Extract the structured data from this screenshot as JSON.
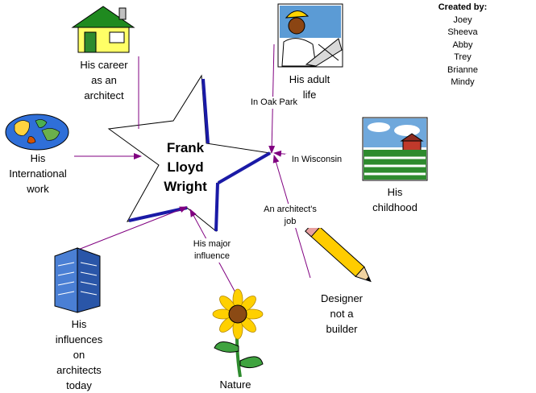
{
  "center": {
    "text": "Frank\nLloyd\nWright"
  },
  "credits": {
    "heading": "Created by:",
    "names": [
      "Joey",
      "Sheeva",
      "Abby",
      "Trey",
      "Brianne",
      "Mindy"
    ]
  },
  "nodes": {
    "career": {
      "label": "His career\nas an\narchitect",
      "icon": "house-icon"
    },
    "adult": {
      "label": "His adult\nlife",
      "icon": "construction-worker-icon"
    },
    "international": {
      "label": "His\nInternational\nwork",
      "icon": "world-map-icon"
    },
    "childhood": {
      "label": "His\nchildhood",
      "icon": "farm-icon"
    },
    "influences": {
      "label": "His\ninfluences\non\narchitects\ntoday",
      "icon": "skyscraper-icon"
    },
    "nature": {
      "label": "Nature",
      "icon": "sunflower-icon"
    },
    "designer": {
      "label": "Designer\nnot a\nbuilder",
      "icon": "pencil-icon"
    }
  },
  "links": {
    "oak_park": "In Oak Park",
    "wisconsin": "In Wisconsin",
    "architect_job": "An architect's\njob",
    "major_influence": "His major\ninfluence"
  },
  "colors": {
    "arrow": "#800080",
    "star_accent": "#1a1aa6"
  }
}
